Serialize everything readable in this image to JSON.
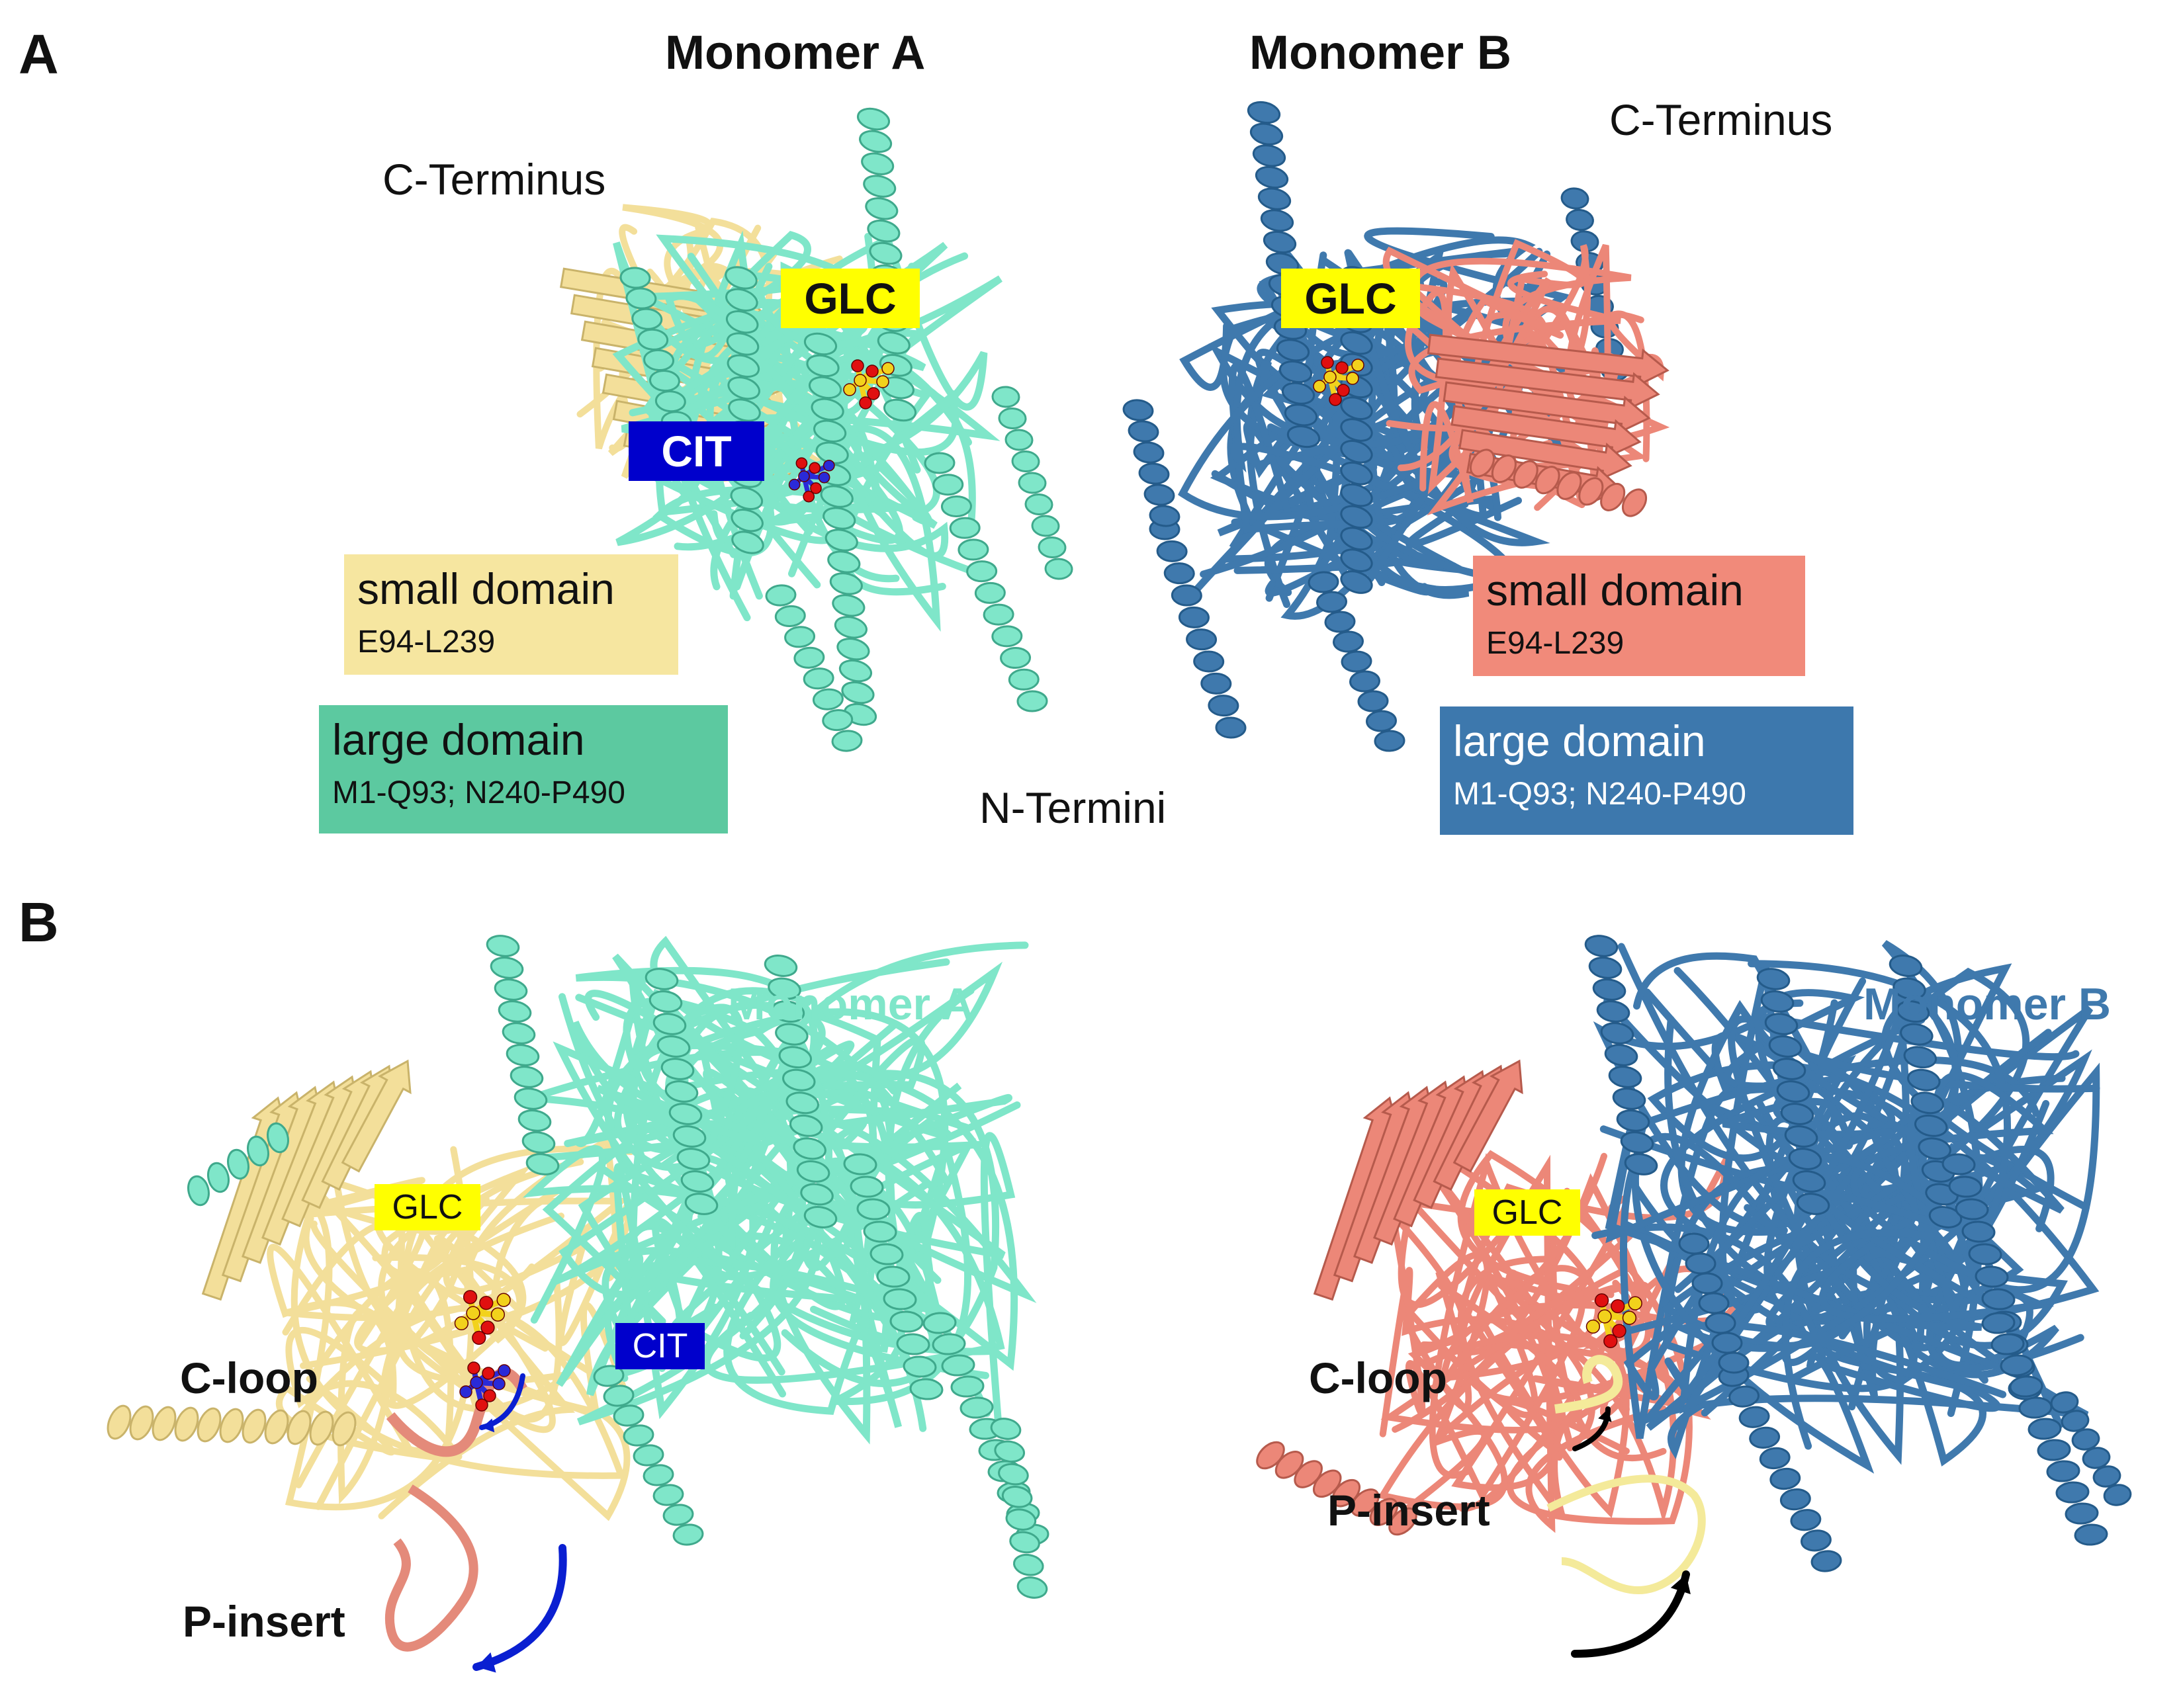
{
  "colors": {
    "monomer_a_large": "#7fe6c9",
    "monomer_a_large_dark": "#3fa98c",
    "monomer_a_small": "#f3df9a",
    "monomer_b_large": "#3f79ad",
    "monomer_b_large_dark": "#245b8a",
    "monomer_b_small": "#ec8778",
    "glc_label_bg": "#ffff00",
    "cit_label_bg": "#0000cc",
    "domain_a_small_bg": "#f6e6a0",
    "domain_a_large_bg": "#5cc9a0",
    "domain_b_small_bg": "#f18a7a",
    "domain_b_large_bg": "#3d78ad",
    "arrow_blue": "#0a1fd1",
    "arrow_black": "#000000",
    "loop_salmon": "#e48a7a",
    "loop_yellow": "#f4ea9a"
  },
  "panel_a": {
    "letter": "A",
    "monomer_a_title": "Monomer A",
    "monomer_b_title": "Monomer B",
    "c_terminus_a": "C-Terminus",
    "c_terminus_b": "C-Terminus",
    "glc_a": "GLC",
    "glc_b": "GLC",
    "cit": "CIT",
    "n_termini": "N-Termini",
    "small_domain_a": {
      "name": "small domain",
      "range": "E94-L239"
    },
    "large_domain_a": {
      "name": "large domain",
      "range": "M1-Q93; N240-P490"
    },
    "small_domain_b": {
      "name": "small domain",
      "range": "E94-L239"
    },
    "large_domain_b": {
      "name": "large domain",
      "range": "M1-Q93; N240-P490"
    }
  },
  "panel_b": {
    "letter": "B",
    "monomer_a_title": "Monomer A",
    "monomer_b_title": "Monomer B",
    "glc_a": "GLC",
    "glc_b": "GLC",
    "cit": "CIT",
    "c_loop_a": "C-loop",
    "p_insert_a": "P-insert",
    "c_loop_b": "C-loop",
    "p_insert_b": "P-insert"
  },
  "icons": [
    "protein-ribbon-structure",
    "glucose-ball-stick",
    "citrate-ball-stick",
    "curved-arrow"
  ]
}
